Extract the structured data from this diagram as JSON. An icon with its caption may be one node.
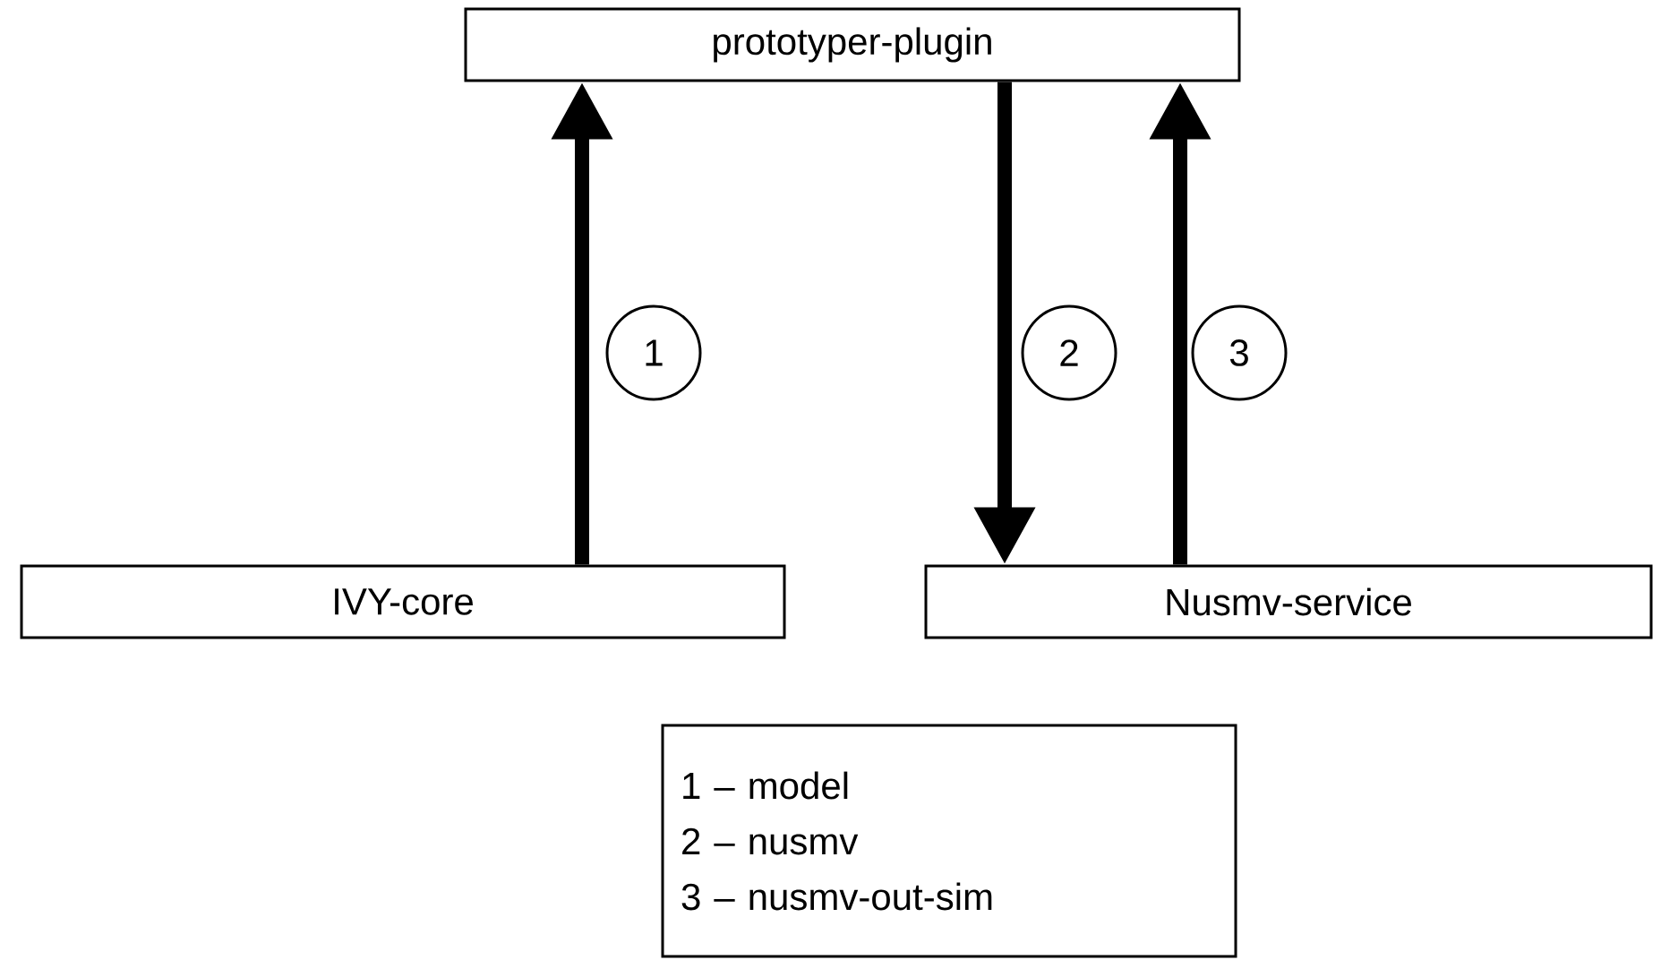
{
  "diagram": {
    "nodes": [
      {
        "text": [
          "prototyper-plugin"
        ]
      },
      {
        "text": [
          "1"
        ]
      },
      {
        "text": [
          "2"
        ]
      },
      {
        "text": [
          "3"
        ]
      },
      {
        "text": [
          "IVY-core"
        ]
      },
      {
        "text": [
          "Nusmv-service"
        ]
      },
      {
        "text": [
          "1 – model",
          "2 – nusmv",
          "3 – nusmv-out-sim"
        ]
      }
    ],
    "edges": [
      {
        "from": 4,
        "to": 0,
        "arrow": "to"
      },
      {
        "from": 0,
        "to": 5,
        "arrow": "to"
      },
      {
        "from": 5,
        "to": 0,
        "arrow": "to"
      }
    ]
  }
}
